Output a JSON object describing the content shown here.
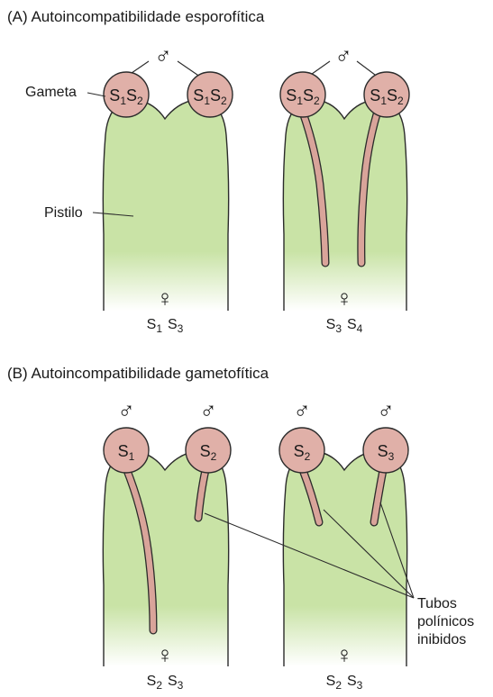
{
  "panel_a": {
    "title": "(A)  Autoincompatibilidade esporofítica",
    "gamete_label": "Gameta",
    "pistil_label": "Pistilo",
    "male_symbol": "♂",
    "female_symbol": "♀",
    "left": {
      "grain_left": {
        "s": "S",
        "n1": "1",
        "n2": "2"
      },
      "grain_right": {
        "s": "S",
        "n1": "1",
        "n2": "2"
      },
      "female_genotype": {
        "a": "S",
        "a_sub": "1",
        "b": "S",
        "b_sub": "3"
      }
    },
    "right": {
      "grain_left": {
        "s": "S",
        "n1": "1",
        "n2": "2"
      },
      "grain_right": {
        "s": "S",
        "n1": "1",
        "n2": "2"
      },
      "female_genotype": {
        "a": "S",
        "a_sub": "3",
        "b": "S",
        "b_sub": "4"
      }
    }
  },
  "panel_b": {
    "title": "(B)  Autoincompatibilidade gametofítica",
    "male_symbol": "♂",
    "female_symbol": "♀",
    "left": {
      "grain_left": {
        "s": "S",
        "sub": "1"
      },
      "grain_right": {
        "s": "S",
        "sub": "2"
      },
      "female_genotype": {
        "a": "S",
        "a_sub": "2",
        "b": "S",
        "b_sub": "3"
      }
    },
    "right": {
      "grain_left": {
        "s": "S",
        "sub": "2"
      },
      "grain_right": {
        "s": "S",
        "sub": "3"
      },
      "female_genotype": {
        "a": "S",
        "a_sub": "2",
        "b": "S",
        "b_sub": "3"
      }
    },
    "tubes_label": [
      "Tubos",
      "polínicos",
      "inibidos"
    ]
  },
  "colors": {
    "pistil": "#c9e3a6",
    "pollen": "#e0b0a8",
    "tube": "#d9a49a",
    "outline": "#2b2b2b"
  }
}
